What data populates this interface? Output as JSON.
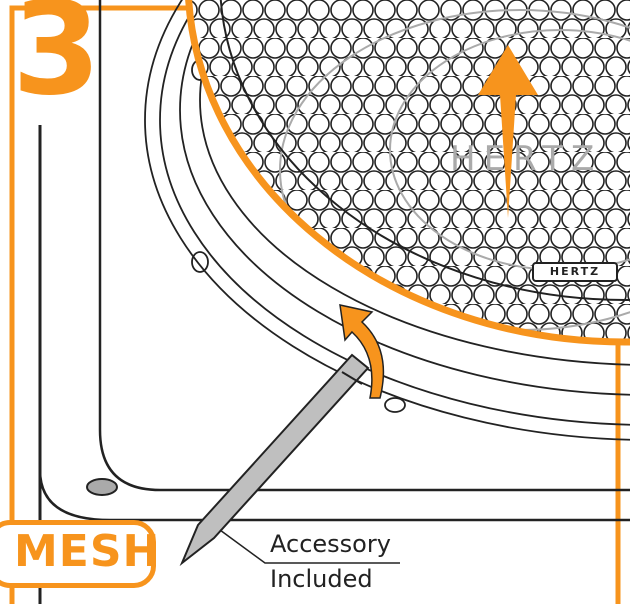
{
  "step_number": "3",
  "badge_label": "MESH",
  "callout": {
    "line1": "Accessory",
    "line2": "Included"
  },
  "brand_label": "HERTZ",
  "colors": {
    "accent": "#f7941d",
    "line": "#222222",
    "tool": "#bfbfbf"
  },
  "icons": [
    "arrow-up-icon",
    "curved-arrow-icon",
    "screwdriver-icon"
  ]
}
